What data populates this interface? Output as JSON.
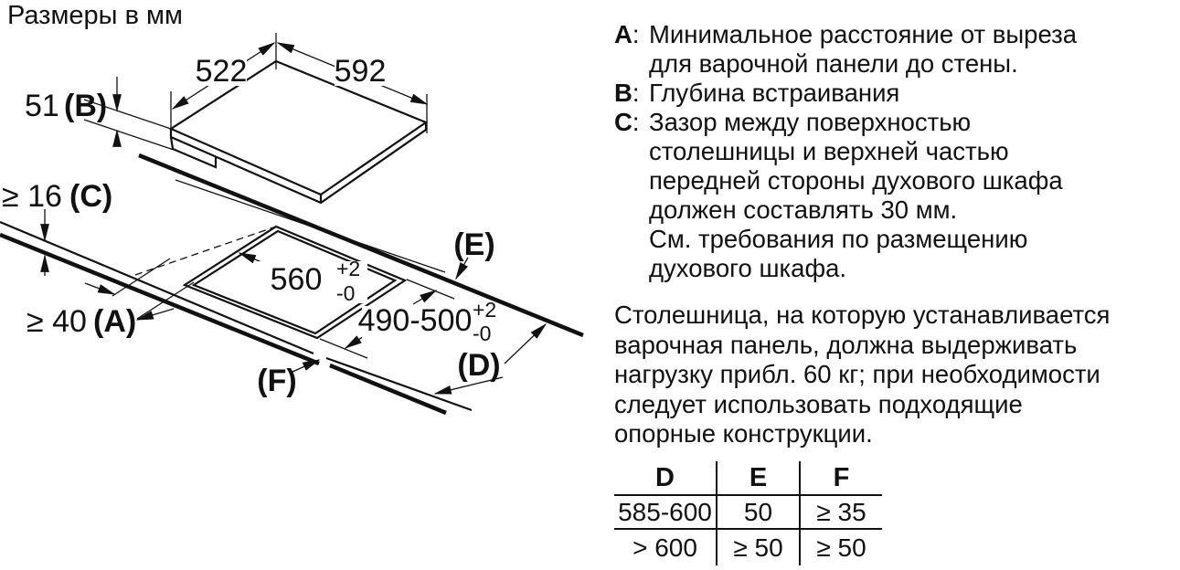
{
  "title": "Размеры в мм",
  "diagram": {
    "dims": {
      "w522": "522",
      "w592": "592",
      "b_value": "51",
      "b_label": "(B)",
      "c_value": "≥ 16",
      "c_label": "(C)",
      "a_value": "≥ 40",
      "a_label": "(A)",
      "cutout_width": "560",
      "cutout_width_tol_plus": "+2",
      "cutout_width_tol_minus": "-0",
      "cutout_depth": "490-500",
      "cutout_depth_tol_plus": "+2",
      "cutout_depth_tol_minus": "-0",
      "e_label": "(E)",
      "d_label": "(D)",
      "f_label": "(F)"
    }
  },
  "definitions": {
    "lines": [
      {
        "label": "A",
        "colon": ": ",
        "text": "Минимальное расстояние от выреза"
      },
      {
        "text": "для варочной панели до стены."
      },
      {
        "label": "B",
        "colon": ": ",
        "text": "Глубина встраивания"
      },
      {
        "label": "C",
        "colon": ": ",
        "text": "Зазор между поверхностью"
      },
      {
        "text": "столешницы и верхней частью"
      },
      {
        "text": "передней стороны духового шкафа"
      },
      {
        "text": "должен составлять 30 мм."
      },
      {
        "text": "См. требования по размещению"
      },
      {
        "text": "духового шкафа."
      }
    ]
  },
  "load_note": {
    "lines": [
      "Столешница, на которую устанавливается",
      "варочная панель, должна выдерживать",
      "нагрузку прибл. 60 кг; при необходимости",
      "следует использовать подходящие",
      "опорные конструкции."
    ]
  },
  "table": {
    "headers": {
      "d": "D",
      "e": "E",
      "f": "F"
    },
    "rows": [
      {
        "d": "585-600",
        "e": "50",
        "f": "≥ 35"
      },
      {
        "d": "> 600",
        "e": "≥ 50",
        "f": "≥ 50"
      }
    ]
  }
}
